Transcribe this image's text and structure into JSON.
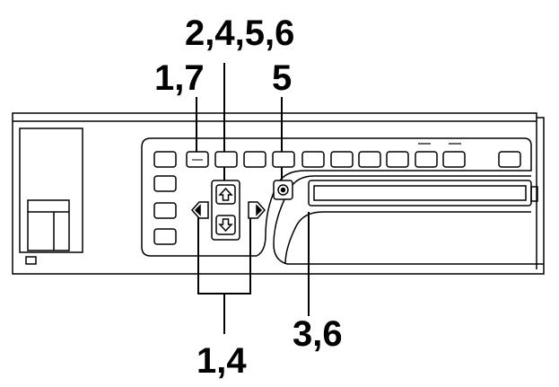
{
  "callouts": {
    "top_row_1": "2,4,5,6",
    "top_row_2_left": "1,7",
    "top_row_2_right": "5",
    "bottom_left": "1,4",
    "bottom_right": "3,6"
  },
  "panel": {
    "top_button_count": 12,
    "left_column_button_count": 3
  },
  "colors": {
    "line": "#000000",
    "background": "#ffffff"
  }
}
